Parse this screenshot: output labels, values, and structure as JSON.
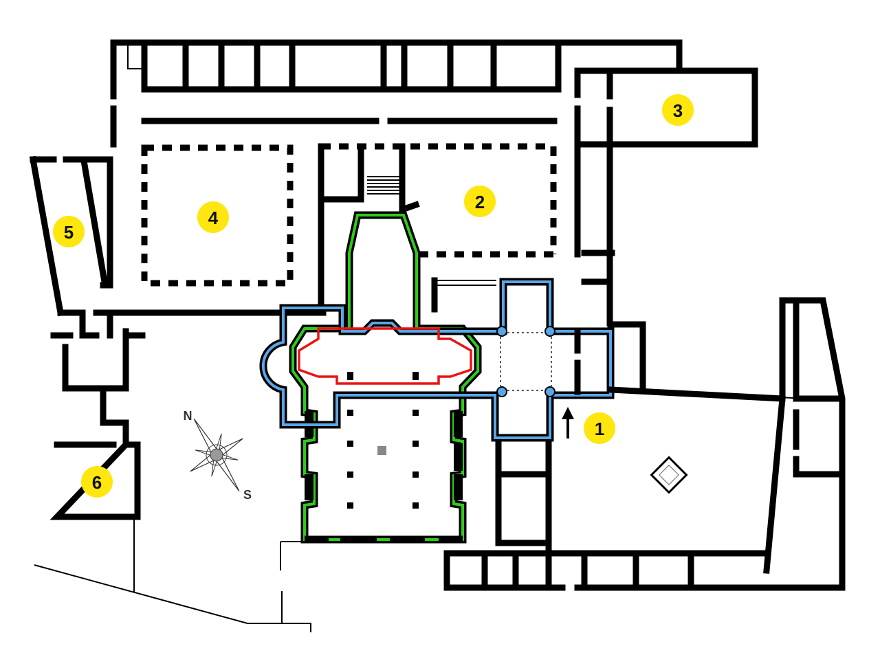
{
  "diagram": {
    "markers": [
      {
        "id": "1",
        "label": "1"
      },
      {
        "id": "2",
        "label": "2"
      },
      {
        "id": "3",
        "label": "3"
      },
      {
        "id": "4",
        "label": "4"
      },
      {
        "id": "5",
        "label": "5"
      },
      {
        "id": "6",
        "label": "6"
      }
    ],
    "compass": {
      "north": "N",
      "south": "S"
    },
    "colors": {
      "marker": "#ffe60f",
      "wall": "#000000",
      "green_outline": "#2ecc1a",
      "blue_outline": "#5aa6e6",
      "red_outline": "#e81414",
      "altar": "#888888"
    }
  }
}
